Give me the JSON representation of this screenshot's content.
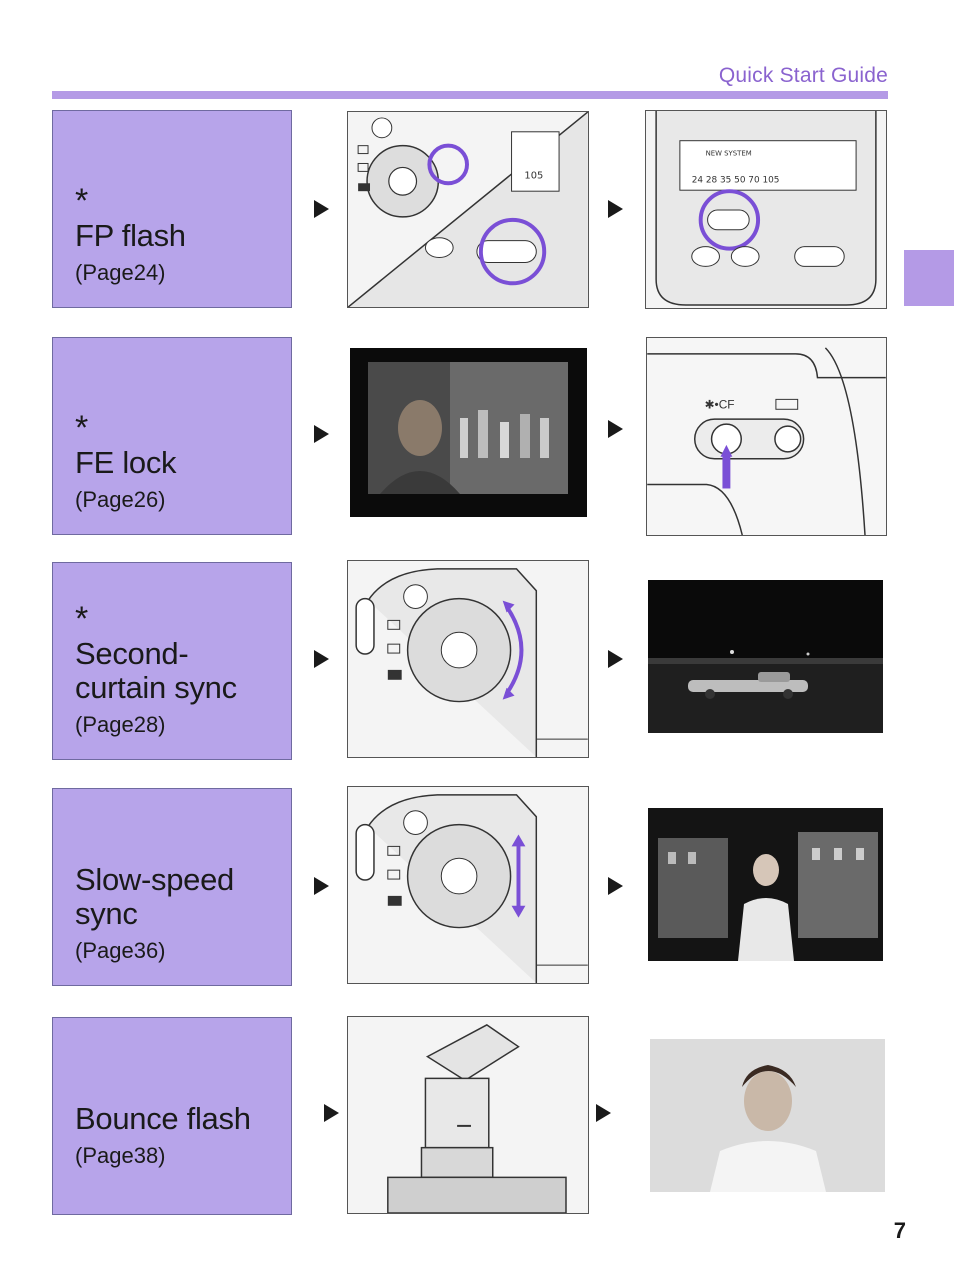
{
  "header": {
    "title": "Quick Start Guide"
  },
  "page_number": "7",
  "rows": [
    {
      "star": "*",
      "title": "FP flash",
      "page": "(Page24)"
    },
    {
      "star": "*",
      "title": "FE lock",
      "page": "(Page26)"
    },
    {
      "star": "*",
      "title": "Second-\ncurtain sync",
      "title_lines": [
        "Second-",
        "curtain sync"
      ],
      "page": "(Page28)"
    },
    {
      "star": "",
      "title_lines": [
        "Slow-speed",
        "sync"
      ],
      "page": "(Page36)"
    },
    {
      "star": "",
      "title": "Bounce flash",
      "page": "(Page38)"
    }
  ],
  "figure_labels": {
    "flash_panel_system": "NEW SYSTEM",
    "zoom_values": [
      "24",
      "28",
      "35",
      "50",
      "70",
      "105"
    ],
    "zoom_readout": "105",
    "fe_button_label": "✱•CF"
  },
  "colors": {
    "accent": "#b49ae6",
    "label_fill": "#b7a4ea",
    "header_text": "#8a63cf",
    "highlight_ring": "#7a4fd6"
  }
}
